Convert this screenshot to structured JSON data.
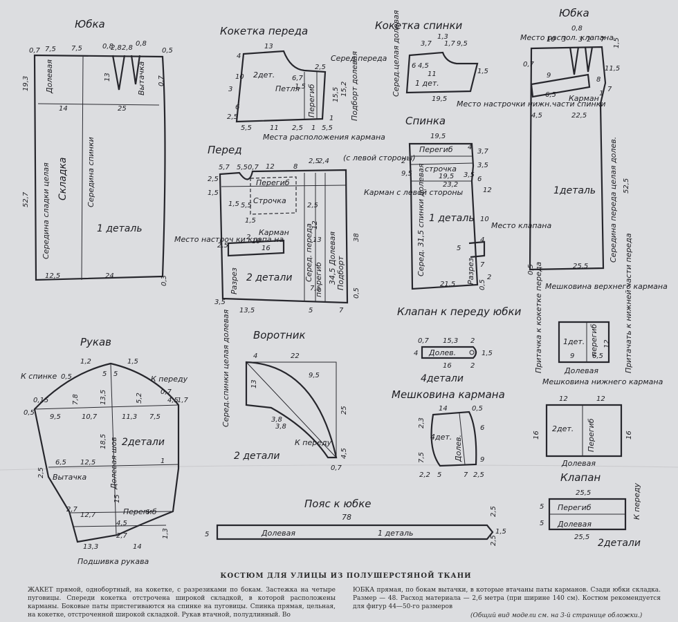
{
  "skirt_back": {
    "title": "Юбка",
    "fold": "Середина спинки",
    "grain": "Долевая",
    "dart": "Вытачка",
    "parts": "1 деталь",
    "fold2": "Середина сладки целая",
    "pleat": "Складка",
    "m": {
      "a": "7,5",
      "b": "7,5",
      "c": "0,8",
      "d": "2,8",
      "e": "2,8",
      "f": "0,8",
      "g": "0,7",
      "h": "0,5",
      "i": "19,3",
      "j": "13",
      "k": "14",
      "l": "25",
      "m": "0,7",
      "n": "52,7",
      "o": "12,5",
      "p": "24",
      "q": "0,3"
    }
  },
  "front_yoke": {
    "title": "Кокетка переда",
    "parts": "2дет.",
    "loop": "Петля",
    "center": "Серед.переда",
    "fold": "Перегиб",
    "trim": "Подборт долевая",
    "pocket_place": "Места расположения кармана",
    "pocket_side": "(с левой стороны)",
    "m": {
      "a": "13",
      "b": "4",
      "c": "2,5",
      "d": "10",
      "e": "6,7",
      "f": "1,5",
      "g": "15,5",
      "h": "15,2",
      "i": "3",
      "j": "6",
      "k": "2,5",
      "l": "5,5",
      "m": "11",
      "n": "2,5",
      "o": "1",
      "p": "5,5",
      "q": "1"
    }
  },
  "back_yoke": {
    "title": "Кокетка спинки",
    "center": "Серед.целая долевая",
    "parts": "1 дет.",
    "place": "Место настрочки нижн.части спинки",
    "m": {
      "a": "3,7",
      "b": "1,3",
      "c": "1,7",
      "d": "9,5",
      "e": "6",
      "f": "4,5",
      "g": "11",
      "h": "1,5",
      "i": "19,5"
    }
  },
  "skirt_front": {
    "title": "Юбка",
    "place": "Место распол. клапана",
    "pocket": "Карман",
    "parts": "1деталь",
    "center": "Середина переда целая долев.",
    "m": {
      "a": "10",
      "b": "3",
      "c": "0,8",
      "d": "3",
      "e": "2",
      "f": "7",
      "g": "1,5",
      "h": "8",
      "i": "11,5",
      "j": "4,5",
      "k": "22,5",
      "l": "7",
      "m": "52,5",
      "n": "25,5",
      "o": "0,5",
      "p": "0,7",
      "q": "6,5",
      "r": "9",
      "s": "1"
    }
  },
  "back": {
    "title": "Спинка",
    "fold": "Перегиб",
    "stitch": "строчка",
    "center": "Серед. 31,5 спинки долевая",
    "parts": "1 деталь",
    "place": "Место клапана",
    "slit": "Разрез",
    "m": {
      "a": "19,5",
      "b": "4",
      "c": "3,7",
      "d": "2",
      "e": "3,5",
      "f": "9,5",
      "g": "19,5",
      "h": "23,2",
      "i": "6",
      "j": "3,5",
      "k": "5",
      "l": "7",
      "m": "21,5",
      "n": "10",
      "o": "4",
      "p": "0,5",
      "q": "2",
      "r": "12"
    }
  },
  "front": {
    "title": "Перед",
    "fold": "Перегиб",
    "stitch": "Строчка",
    "pocket": "Карман",
    "pocket_left": "Карман с левой стороны",
    "center": "Серед. переда",
    "grain": "34,5 Долевая",
    "facing": "Подборт",
    "parts": "2 детали",
    "slit": "Разрез",
    "place": "Место настроч ки клапа на",
    "fold2": "пе региб",
    "m": {
      "a": "5,7",
      "b": "5,5",
      "c": "0,7",
      "d": "12",
      "e": "8",
      "f": "2,5",
      "g": "2,4",
      "h": "1,5",
      "i": "2,5",
      "j": "5,5",
      "k": "1,5",
      "l": "2",
      "m": "19",
      "n": "16",
      "o": "12",
      "p": "13",
      "q": "38",
      "r": "2,5",
      "s": "7,5",
      "t": "13,5",
      "u": "5",
      "v": "7",
      "w": "3,5",
      "x": "0,5",
      "y": "2,5",
      "z": "1,5"
    }
  },
  "flap_skirt": {
    "title": "Клапан к переду юбки",
    "grain": "Долев.",
    "parts": "4детали",
    "m": {
      "a": "0,7",
      "b": "15,3",
      "c": "2",
      "d": "4",
      "e": "1,5",
      "f": "16",
      "g": "2"
    }
  },
  "upper_pocket": {
    "title": "Мешковина верхнего кармана",
    "parts": "1дет.",
    "fold": "перегиб",
    "grain": "Долевая",
    "attach1": "Притачка к кокетке переда",
    "attach2": "Притачать к нижней части переда",
    "m": {
      "a": "9",
      "b": "6,5",
      "c": "12"
    }
  },
  "sleeve": {
    "title": "Рукав",
    "back": "К спинке",
    "front": "К переду",
    "seam": "Долевая шов",
    "parts": "2детали",
    "dart": "Вытачка",
    "fold": "Перегиб",
    "facing": "Подшивка рукава",
    "m": {
      "a": "1,2",
      "b": "1,5",
      "c": "0,5",
      "d": "5",
      "e": "5",
      "f": "0,15",
      "g": "7,8",
      "h": "13,5",
      "i": "5,2",
      "j": "0,7",
      "k": "4,5",
      "l": "1,7",
      "m": "0,5",
      "n": "9,5",
      "o": "10,7",
      "p": "11,3",
      "q": "7,5",
      "r": "18,5",
      "s": "6,5",
      "t": "12,5",
      "u": "2,5",
      "v": "1",
      "w": "15",
      "x": "2,7",
      "y": "12,7",
      "z": "6",
      "aa": "4,5",
      "ab": "2,7",
      "ac": "13,3",
      "ad": "14",
      "ae": "1,3"
    }
  },
  "collar": {
    "title": "Воротник",
    "center": "Серед.спинки целая долевая",
    "front": "К переду",
    "parts": "2 детали",
    "m": {
      "a": "4",
      "b": "22",
      "c": "9,5",
      "d": "13",
      "e": "25",
      "f": "4,5",
      "g": "0,7",
      "h": "3,8",
      "i": "3,8"
    }
  },
  "pocket_bag": {
    "title": "Мешковина кармана",
    "parts": "4дет.",
    "grain": "Долев.",
    "m": {
      "a": "14",
      "b": "0,5",
      "c": "2,3",
      "d": "6",
      "e": "7,5",
      "f": "9",
      "g": "2,2",
      "h": "5",
      "i": "7",
      "j": "2,5"
    }
  },
  "lower_pocket": {
    "title": "Мешковина нижнего кармана",
    "parts": "2дет.",
    "fold": "Перегиб",
    "grain": "Долевая",
    "m": {
      "a": "12",
      "b": "12",
      "c": "16",
      "d": "16"
    }
  },
  "flap": {
    "title": "Клапан",
    "fold": "Перегиб",
    "grain": "Долевая",
    "front": "К переду",
    "parts": "2детали",
    "m": {
      "a": "25,5",
      "b": "5",
      "c": "5",
      "d": "25,5"
    }
  },
  "waistband": {
    "title": "Пояс к юбке",
    "len": "78",
    "grain": "Долевая",
    "parts": "1 деталь",
    "m": {
      "a": "5",
      "b": "2,5",
      "c": "1,5",
      "d": "2,5"
    }
  },
  "caption": {
    "heading": "КОСТЮМ ДЛЯ УЛИЦЫ ИЗ ПОЛУШЕРСТЯНОЙ ТКАНИ",
    "col1": "ЖАКЕТ прямой, однобортный, на кокетке, с разрезиками по бокам. Застежка на четыре пуговицы. Спереди кокетка отстрочена широкой складкой, в которой расположены карманы. Боковые паты пристегиваются на спинке на пуговицы. Спинка прямая, цельная, на кокетке, отстроченной широкой складкой. Рукав втачной, полудлинный. Во",
    "col2": "ЮБКА прямая, по бокам вытачки, в которые втачаны паты карманов. Сзади юбки складка. Размер — 48. Расход материала — 2,6 метра (при ширине 140 см). Костюм рекомендуется для фигур 44—50-го размеров",
    "note": "(Общий вид модели см. на 3-й странице обложки.)"
  }
}
